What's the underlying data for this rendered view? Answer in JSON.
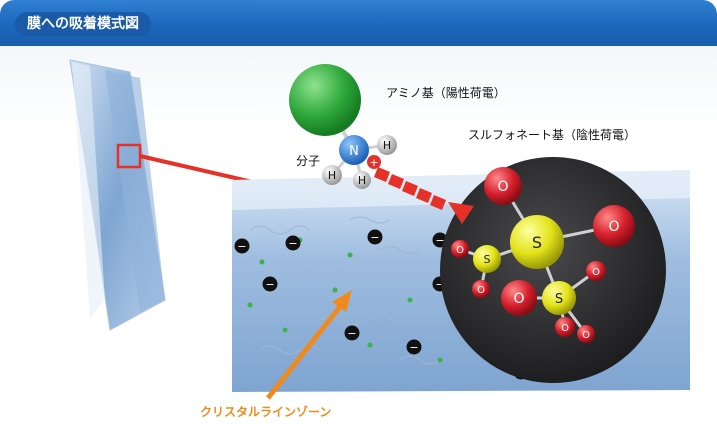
{
  "header": {
    "title": "膜への吸着模式図"
  },
  "labels": {
    "amino": "アミノ基（陽性荷電）",
    "sulfonate": "スルフォネート基（陰性荷電）",
    "molecule": "分子",
    "crystal": "クリスタルラインゾーン"
  },
  "atoms": {
    "n": "N",
    "h": "H",
    "s": "S",
    "o": "O",
    "plus": "+",
    "minus": "−"
  },
  "colors": {
    "header_blue": "#1c67bd",
    "arrow_red": "#e53127",
    "crystal_orange": "#f08a1c",
    "amino_green": "#2fa83b",
    "sulfur_yellow": "#e2e21a",
    "oxygen_red": "#d5202c"
  }
}
